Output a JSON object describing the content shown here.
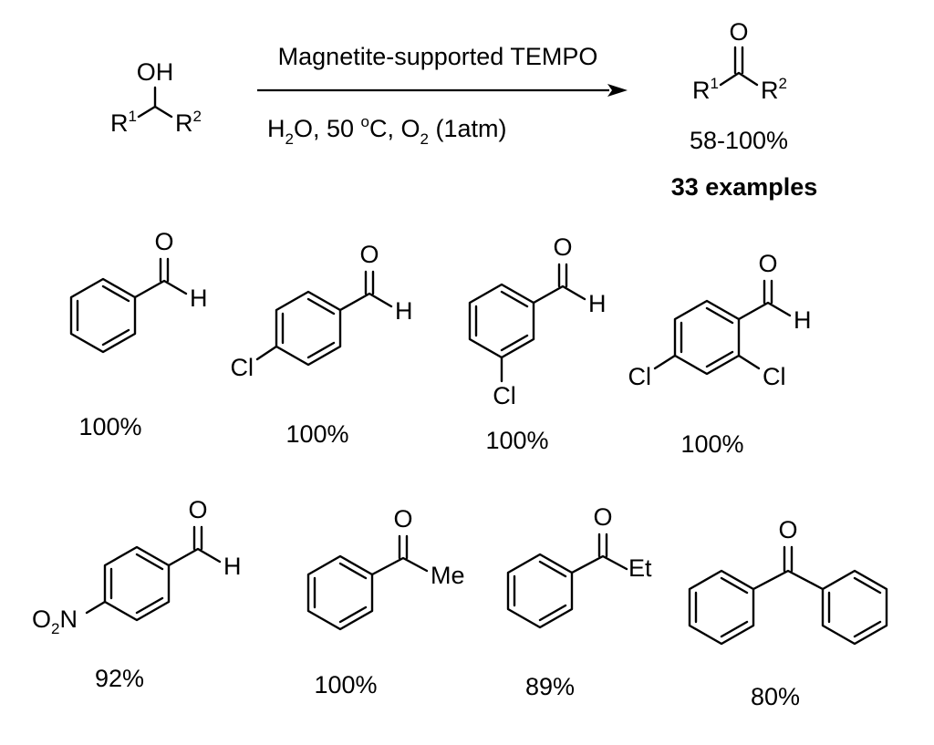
{
  "reaction": {
    "reactant": {
      "oh": "OH",
      "r1_main": "R",
      "r1_sup": "1",
      "r2_main": "R",
      "r2_sup": "2"
    },
    "conditions": {
      "reagent": "Magnetite-supported TEMPO",
      "h": "H",
      "h2o_sub": "2",
      "o_water": "O",
      "temp": ", 50 ",
      "deg": "o",
      "c_unit": "C, O",
      "o2_sub": "2",
      "atm": " (1atm)"
    },
    "product": {
      "o": "O",
      "r1_main": "R",
      "r1_sup": "1",
      "r2_main": "R",
      "r2_sup": "2",
      "yield_range": "58-100%",
      "examples": "33 examples"
    }
  },
  "examples": [
    {
      "labels": {
        "o": "O",
        "h": "H"
      },
      "yield": "100%"
    },
    {
      "labels": {
        "o": "O",
        "h": "H",
        "cl": "Cl"
      },
      "yield": "100%"
    },
    {
      "labels": {
        "o": "O",
        "h": "H",
        "cl": "Cl"
      },
      "yield": "100%"
    },
    {
      "labels": {
        "o": "O",
        "h": "H",
        "cl_left": "Cl",
        "cl_right": "Cl"
      },
      "yield": "100%"
    },
    {
      "labels": {
        "o": "O",
        "h": "H",
        "no2_o": "O",
        "no2_sub": "2",
        "no2_n": "N"
      },
      "yield": "92%"
    },
    {
      "labels": {
        "o": "O",
        "me": "Me"
      },
      "yield": "100%"
    },
    {
      "labels": {
        "o": "O",
        "et": "Et"
      },
      "yield": "89%"
    },
    {
      "labels": {
        "o": "O"
      },
      "yield": "80%"
    }
  ]
}
